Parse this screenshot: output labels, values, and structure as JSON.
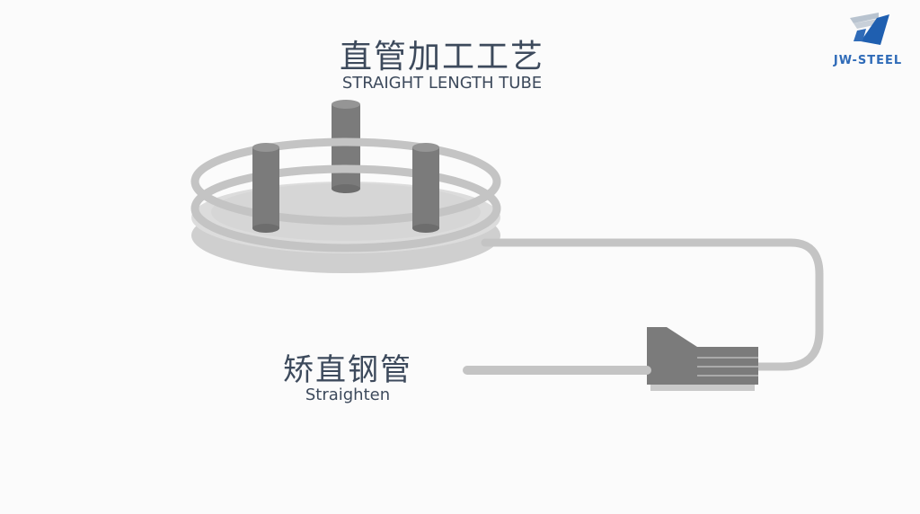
{
  "title": {
    "chinese": "直管加工工艺",
    "english": "STRAIGHT LENGTH TUBE"
  },
  "step": {
    "chinese": "矫直钢管",
    "english": "Straighten"
  },
  "logo": {
    "text": "JW-STEEL",
    "color": "#2f6bb8"
  },
  "colors": {
    "text": "#3d4a5c",
    "tube": "#c4c4c4",
    "post": "#7a7a7a",
    "plate": "#d3d3d3"
  }
}
